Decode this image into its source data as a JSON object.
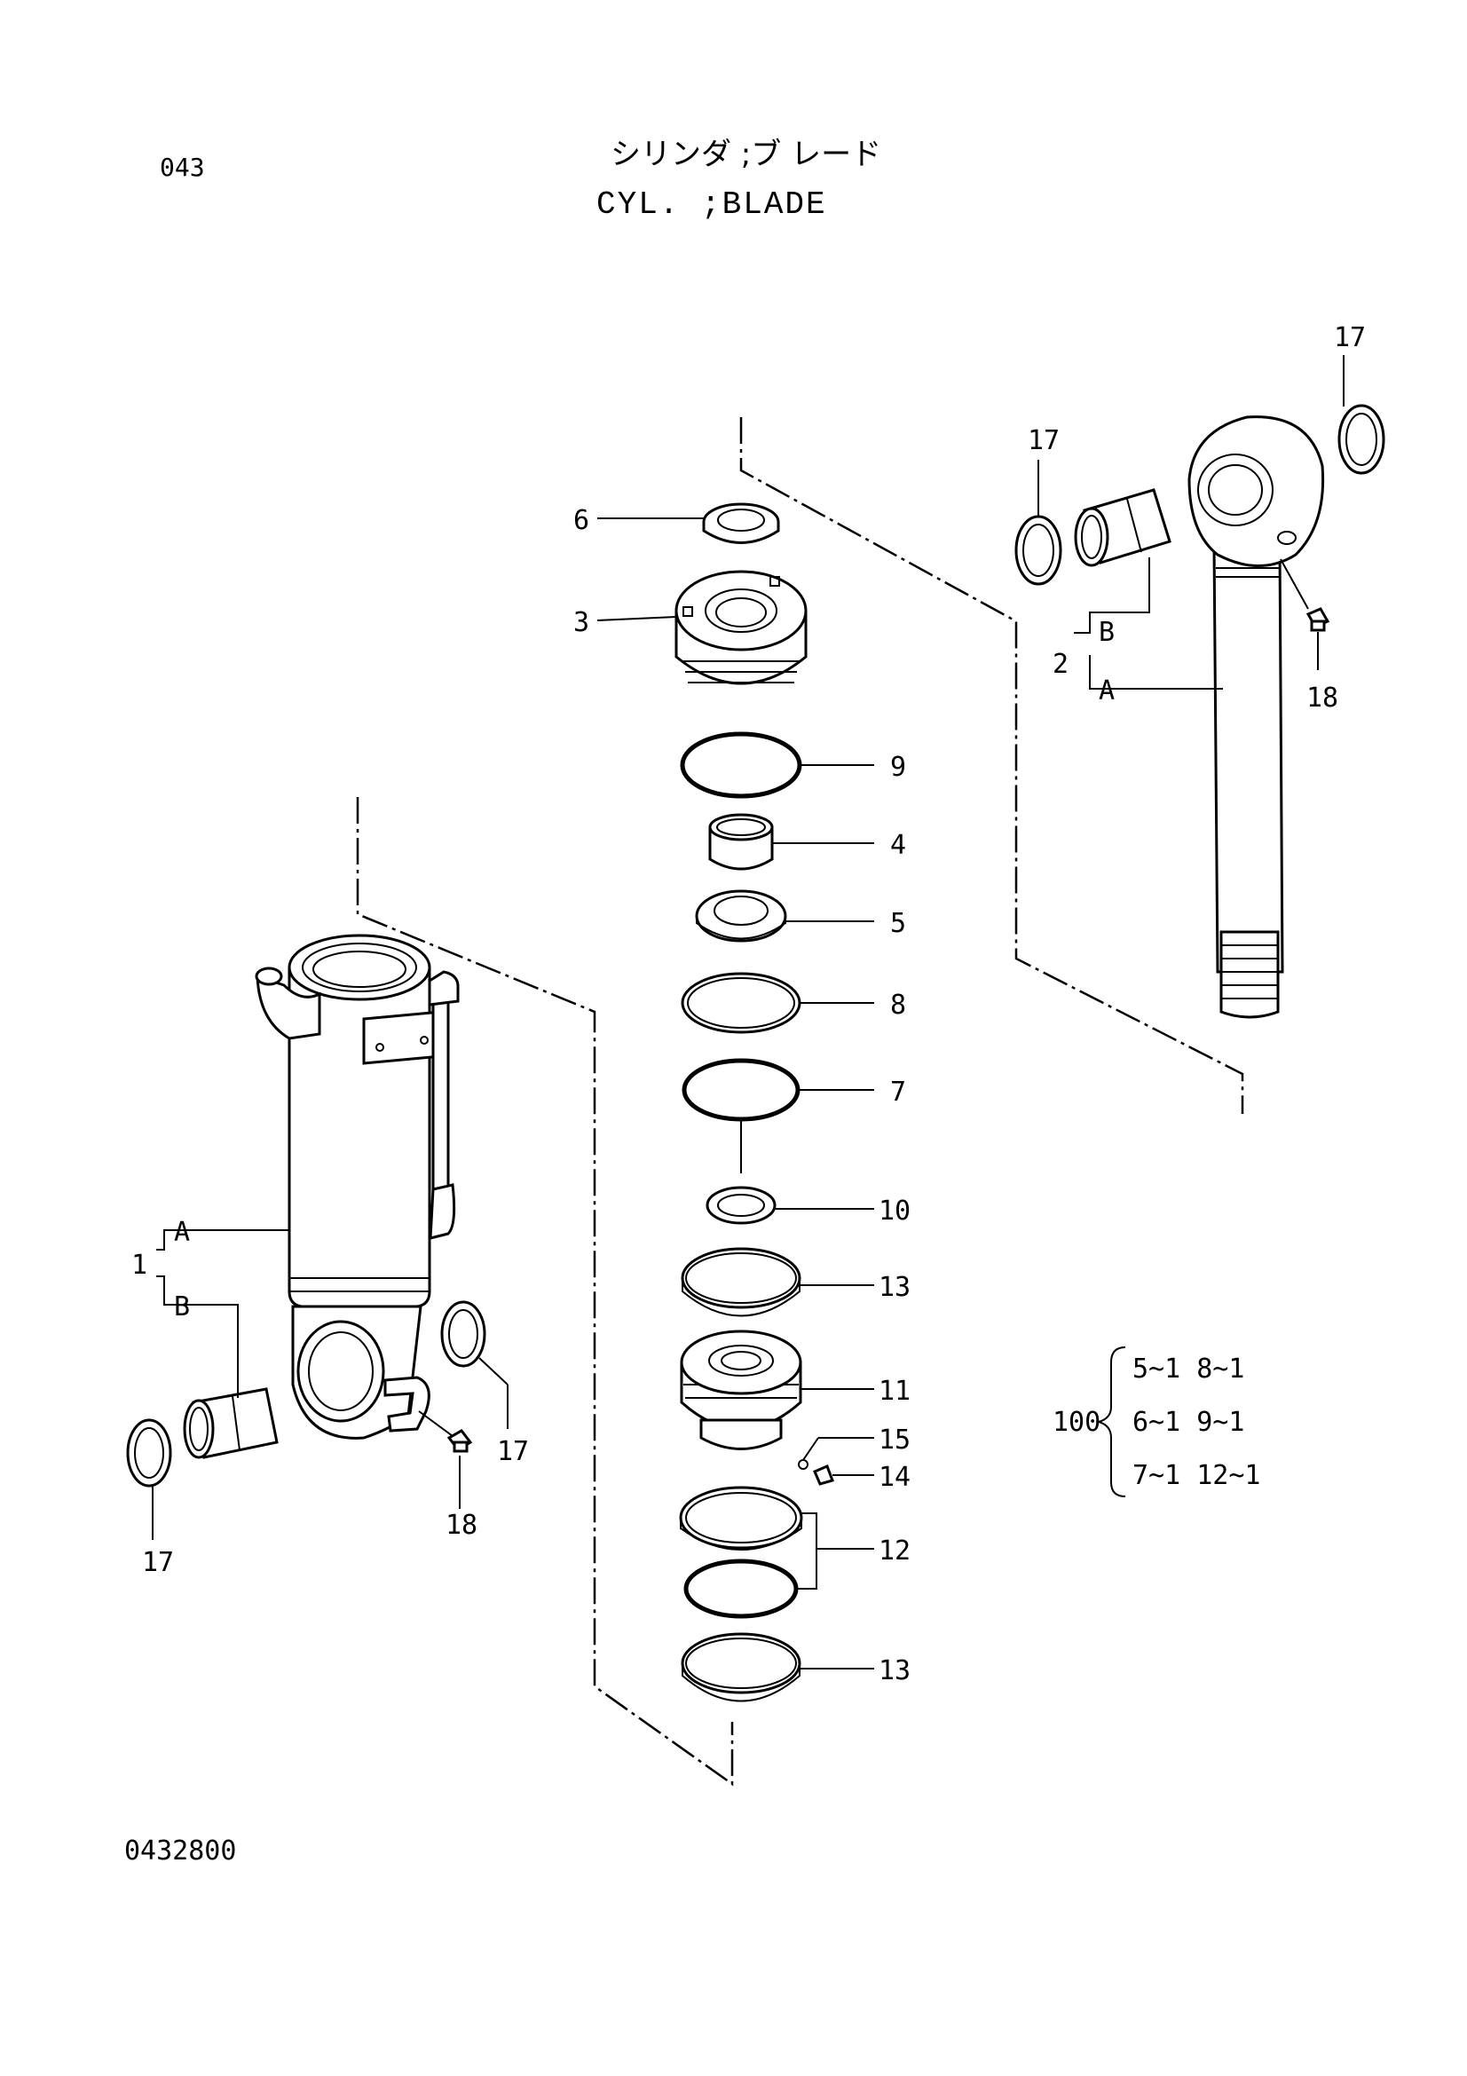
{
  "header": {
    "page_number": "043",
    "title_jp": "シリンダ ;ブ レード",
    "title_en": "CYL. ;BLADE"
  },
  "footer": {
    "drawing_number": "0432800"
  },
  "callouts": {
    "c6": "6",
    "c3": "3",
    "c9": "9",
    "c4": "4",
    "c5": "5",
    "c8": "8",
    "c7": "7",
    "c10": "10",
    "c13a": "13",
    "c11": "11",
    "c15": "15",
    "c14": "14",
    "c12": "12",
    "c13b": "13",
    "c17_rod_right": "17",
    "c17_rod_left": "17",
    "c2": "2",
    "c2b": "B",
    "c2a": "A",
    "c18_rod": "18",
    "c1": "1",
    "c1a": "A",
    "c1b": "B",
    "c17_tube_right": "17",
    "c17_tube_left": "17",
    "c18_tube": "18"
  },
  "kit": {
    "number": "100",
    "lines": [
      "5~1  8~1",
      "6~1  9~1",
      "7~1  12~1"
    ]
  }
}
